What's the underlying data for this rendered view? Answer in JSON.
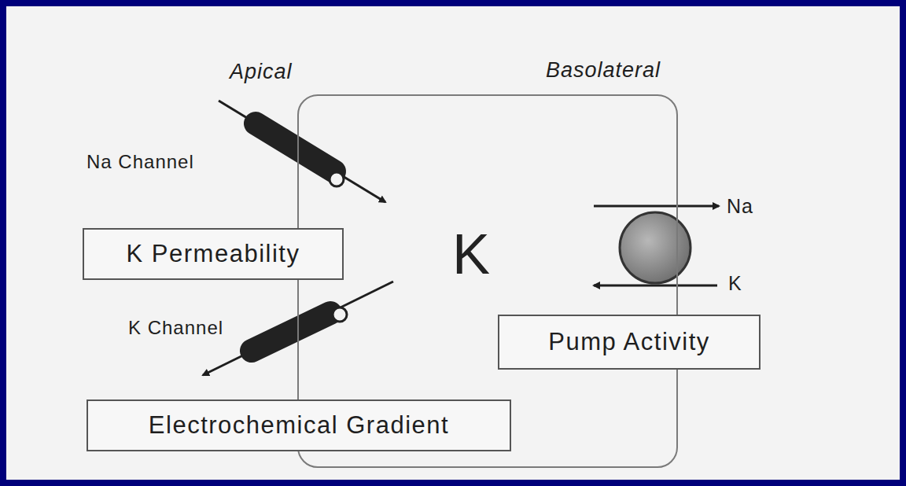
{
  "diagram": {
    "nodes": [
      {
        "text": [
          "K"
        ]
      },
      {
        "text": [
          "K Permeability"
        ]
      },
      {
        "text": [
          "Pump Activity"
        ]
      },
      {
        "text": [
          "Electrochemical Gradient"
        ]
      }
    ],
    "labels": [
      "Apical",
      "Basolateral",
      "Na Channel",
      "K Channel",
      "Na",
      "K"
    ]
  }
}
